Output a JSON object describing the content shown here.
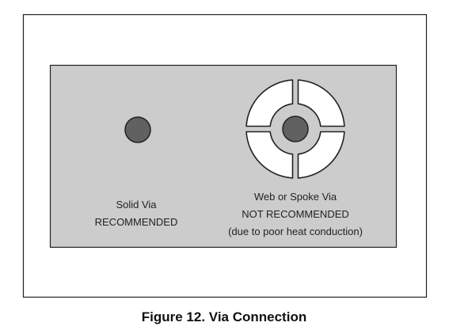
{
  "colors": {
    "board_fill": "#cccccc",
    "via_fill": "#616161",
    "outline": "#222222",
    "spoke_fill": "#ffffff"
  },
  "left_via": {
    "name_line": "Solid Via",
    "status_line": "RECOMMENDED"
  },
  "right_via": {
    "name_line": "Web or Spoke Via",
    "status_line": "NOT RECOMMENDED",
    "note_line": "(due to poor heat conduction)"
  },
  "caption": "Figure 12. Via Connection"
}
